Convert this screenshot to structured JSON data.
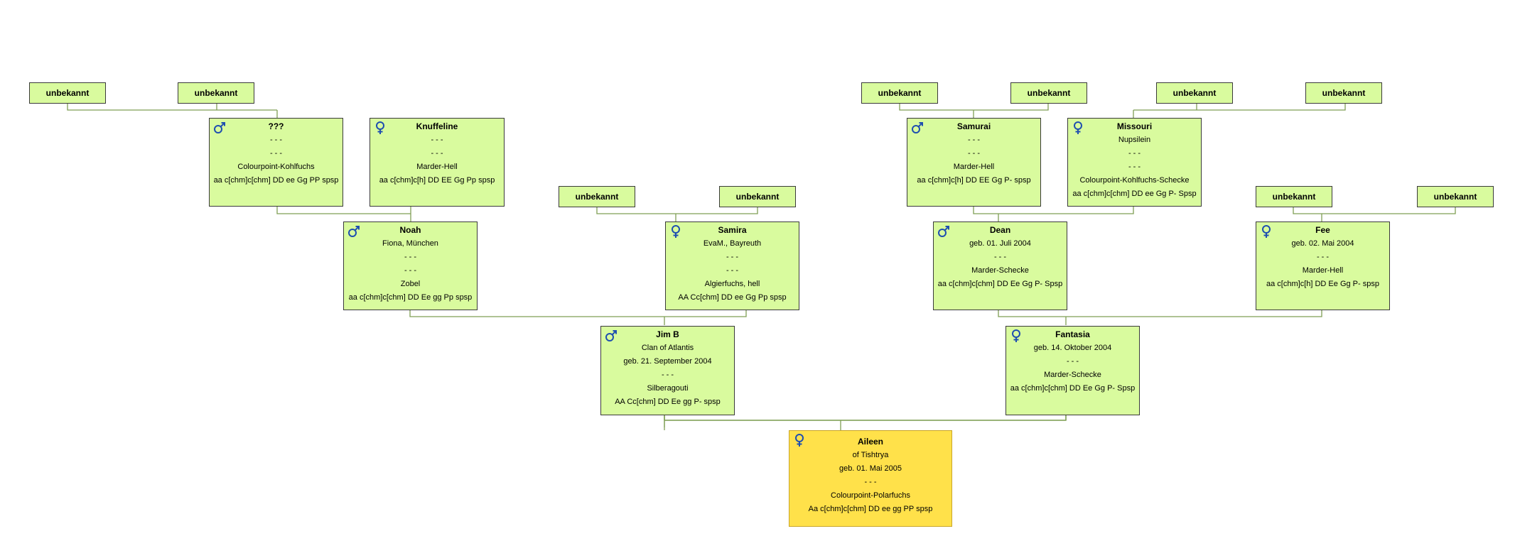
{
  "unknown_label": "unbekannt",
  "placeholder": "- - -",
  "target": {
    "sex": "female",
    "name": "Aileen",
    "lines": [
      "of Tishtrya",
      "geb. 01. Mai 2005",
      "- - -",
      "Colourpoint-Polarfuchs",
      "Aa c[chm]c[chm] DD ee gg PP spsp"
    ]
  },
  "parents": {
    "father": {
      "sex": "male",
      "name": "Jim B",
      "lines": [
        "Clan of Atlantis",
        "geb. 21. September 2004",
        "- - -",
        "Silberagouti",
        "AA Cc[chm] DD Ee gg P- spsp"
      ]
    },
    "mother": {
      "sex": "female",
      "name": "Fantasia",
      "lines": [
        "",
        "geb. 14. Oktober 2004",
        "- - -",
        "Marder-Schecke",
        "aa c[chm]c[chm] DD Ee Gg P- Spsp"
      ]
    }
  },
  "grandparents": {
    "noah": {
      "sex": "male",
      "name": "Noah",
      "lines": [
        "Fiona, München",
        "- - -",
        "- - -",
        "Zobel",
        "aa c[chm]c[chm] DD Ee gg Pp spsp"
      ]
    },
    "samira": {
      "sex": "female",
      "name": "Samira",
      "lines": [
        "EvaM., Bayreuth",
        "- - -",
        "- - -",
        "Algierfuchs, hell",
        "AA Cc[chm] DD ee Gg Pp spsp"
      ]
    },
    "dean": {
      "sex": "male",
      "name": "Dean",
      "lines": [
        "",
        "geb. 01. Juli 2004",
        "- - -",
        "Marder-Schecke",
        "aa c[chm]c[chm] DD Ee Gg P- Spsp"
      ]
    },
    "fee": {
      "sex": "female",
      "name": "Fee",
      "lines": [
        "",
        "geb. 02. Mai 2004",
        "- - -",
        "Marder-Hell",
        "aa c[chm]c[h] DD Ee Gg P- spsp"
      ]
    }
  },
  "great_grandparents": {
    "unknown_sire": {
      "sex": "male",
      "name": "???",
      "lines": [
        "",
        "- - -",
        "- - -",
        "Colourpoint-Kohlfuchs",
        "aa c[chm]c[chm] DD ee Gg PP spsp"
      ]
    },
    "knuffeline": {
      "sex": "female",
      "name": "Knuffeline",
      "lines": [
        "",
        "- - -",
        "- - -",
        "Marder-Hell",
        "aa c[chm]c[h] DD EE Gg Pp spsp"
      ]
    },
    "samurai": {
      "sex": "male",
      "name": "Samurai",
      "lines": [
        "",
        "- - -",
        "- - -",
        "Marder-Hell",
        "aa c[chm]c[h] DD EE Gg P- spsp"
      ]
    },
    "missouri": {
      "sex": "female",
      "name": "Missouri",
      "lines": [
        "Nupsilein",
        "- - -",
        "- - -",
        "Colourpoint-Kohlfuchs-Schecke",
        "aa c[chm]c[chm] DD ee Gg P- Spsp"
      ]
    }
  },
  "colors": {
    "node_fill": "#d9fb9e",
    "target_fill": "#ffe14a",
    "connector": "#7f9f55",
    "symbol": "#1f4fb0"
  },
  "icons": {
    "male": "male-symbol-icon",
    "female": "female-symbol-icon"
  }
}
